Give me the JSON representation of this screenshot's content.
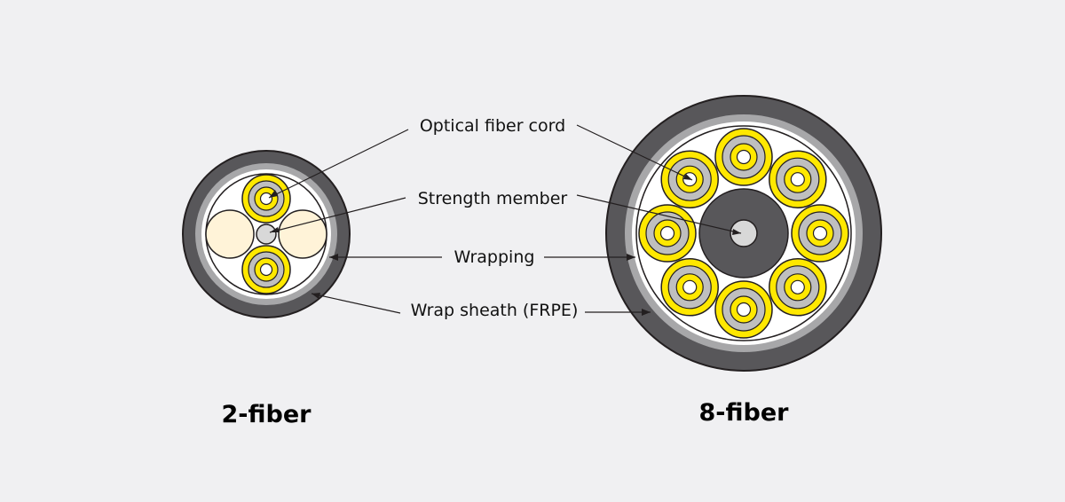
{
  "labels": {
    "optical_fiber_cord": "Optical fiber cord",
    "strength_member": "Strength member",
    "wrapping": "Wrapping",
    "wrap_sheath": "Wrap sheath (FRPE)"
  },
  "captions": {
    "two_fiber": "2-fiber",
    "eight_fiber": "8-fiber"
  },
  "colors": {
    "background": "#f0f0f2",
    "outer_sheath": "#58575a",
    "sheath_ring": "#a7a7a9",
    "wrapping": "#ffffff",
    "fiber_jacket": "#ffe800",
    "fiber_buffer": "#bfbfbf",
    "fiber_core": "#ffffff",
    "strength_member": "#d8d8d8",
    "central_member_8": "#58575a",
    "filler": "#fff3d8",
    "outline": "#231f20"
  }
}
